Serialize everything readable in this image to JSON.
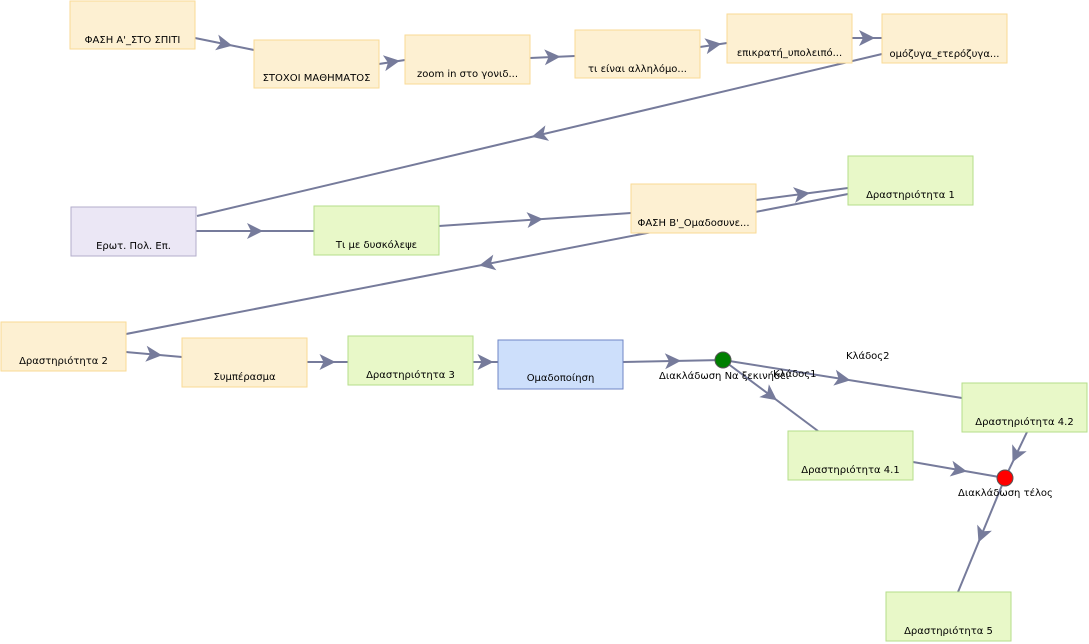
{
  "colors": {
    "yellow_fill": "#fdf0d2",
    "yellow_stroke": "#f9da94",
    "green_fill": "#e8f8c8",
    "green_stroke": "#b5de8a",
    "lavender_fill": "#ebe7f5",
    "lavender_stroke": "#b3aecb",
    "blue_fill": "#cddffb",
    "blue_stroke": "#6f86c6",
    "edge": "#767b9b",
    "start_dot": "#008000",
    "end_dot": "#ff0000"
  },
  "nodes": [
    {
      "id": "n_phaseA",
      "label": "ΦΑΣΗ Α'_ΣΤΟ ΣΠΙΤΙ",
      "style": "yellow"
    },
    {
      "id": "n_goals",
      "label": "ΣΤΟΧΟΙ ΜΑΘΗΜΑΤΟΣ",
      "style": "yellow"
    },
    {
      "id": "n_zoom",
      "label": "zoom in στο γονιδ...",
      "style": "yellow"
    },
    {
      "id": "n_alleles",
      "label": "τι είναι αλληλόμο...",
      "style": "yellow"
    },
    {
      "id": "n_dominant",
      "label": "επικρατή_υπολειπό...",
      "style": "yellow"
    },
    {
      "id": "n_homo",
      "label": "ομόζυγα_ετερόζυγα...",
      "style": "yellow"
    },
    {
      "id": "n_quest",
      "label": "Ερωτ. Πολ. Επ.",
      "style": "lavender"
    },
    {
      "id": "n_difficult",
      "label": "Τι με δυσκόλεψε",
      "style": "green"
    },
    {
      "id": "n_phaseB",
      "label": "ΦΑΣΗ Β'_Ομαδοσυνε...",
      "style": "yellow"
    },
    {
      "id": "n_act1",
      "label": "Δραστηριότητα 1",
      "style": "green"
    },
    {
      "id": "n_act2",
      "label": "Δραστηριότητα 2",
      "style": "yellow"
    },
    {
      "id": "n_concl",
      "label": "Συμπέρασμα",
      "style": "yellow"
    },
    {
      "id": "n_act3",
      "label": "Δραστηριότητα 3",
      "style": "green"
    },
    {
      "id": "n_group",
      "label": "Ομαδοποίηση",
      "style": "blue"
    },
    {
      "id": "n_act42",
      "label": "Δραστηριότητα 4.2",
      "style": "green"
    },
    {
      "id": "n_act41",
      "label": "Δραστηριότητα 4.1",
      "style": "green"
    },
    {
      "id": "n_act5",
      "label": "Δραστηριότητα 5",
      "style": "green"
    }
  ],
  "branch_points": [
    {
      "id": "b_start",
      "label": "Διακλάδωση Να ξεκινήσει",
      "type": "start"
    },
    {
      "id": "b_end",
      "label": "Διακλάδωση τέλος",
      "type": "end"
    }
  ],
  "edge_labels": [
    {
      "id": "lbl_branch1",
      "text": "Κλάδος1"
    },
    {
      "id": "lbl_branch2",
      "text": "Κλάδος2"
    }
  ]
}
